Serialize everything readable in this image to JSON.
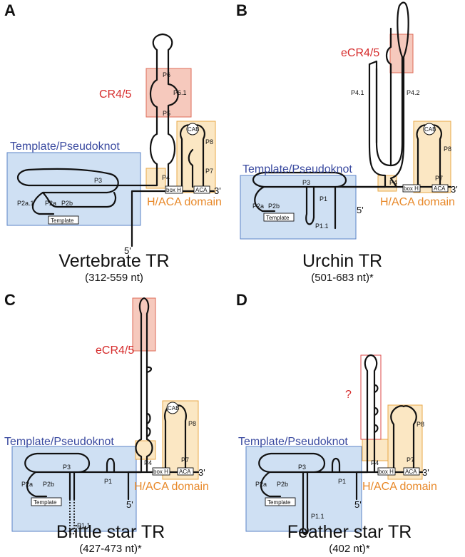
{
  "panels": [
    {
      "letter": "A",
      "title": "Vertebrate TR",
      "subtitle": "(312-559 nt)",
      "template_region": "Template/Pseudoknot",
      "haca_region": "H/ACA domain",
      "red_region": "CR4/5",
      "labels": [
        "P6",
        "P6.1",
        "P5",
        "P8",
        "P7",
        "P4",
        "P3",
        "P2a.1",
        "P2a",
        "P2b"
      ],
      "box_h": "box H",
      "aca": "ACA",
      "cab": "CAB",
      "template": "Template",
      "end3": "3'",
      "end5": "5'"
    },
    {
      "letter": "B",
      "title": "Urchin TR",
      "subtitle": "(501-683 nt)*",
      "template_region": "Template/Pseudoknot",
      "haca_region": "H/ACA domain",
      "red_region": "eCR4/5",
      "labels": [
        "P4.1",
        "P4.2",
        "P8",
        "P7",
        "P4",
        "P3",
        "P2a",
        "P2b",
        "P1",
        "P1.1"
      ],
      "box_h": "box H",
      "aca": "ACA",
      "cab": "CAB",
      "template": "Template",
      "end3": "3'",
      "end5": "5'"
    },
    {
      "letter": "C",
      "title": "Brittle star TR",
      "subtitle": "(427-473 nt)*",
      "template_region": "Template/Pseudoknot",
      "haca_region": "H/ACA domain",
      "red_region": "eCR4/5",
      "labels": [
        "P8",
        "P7",
        "P4",
        "P3",
        "P2a",
        "P2b",
        "P1",
        "P1.1"
      ],
      "box_h": "box H",
      "aca": "ACA",
      "cab": "CAB",
      "template": "Template",
      "end3": "3'",
      "end5": "5'"
    },
    {
      "letter": "D",
      "title": "Feather star TR",
      "subtitle": "(402 nt)*",
      "template_region": "Template/Pseudoknot",
      "haca_region": "H/ACA domain",
      "red_region": "?",
      "labels": [
        "P8",
        "P7",
        "P4",
        "P3",
        "P2a",
        "P2b",
        "P1",
        "P1.1"
      ],
      "box_h": "box H",
      "aca": "ACA",
      "template": "Template",
      "end3": "3'",
      "end5": "5'"
    }
  ]
}
